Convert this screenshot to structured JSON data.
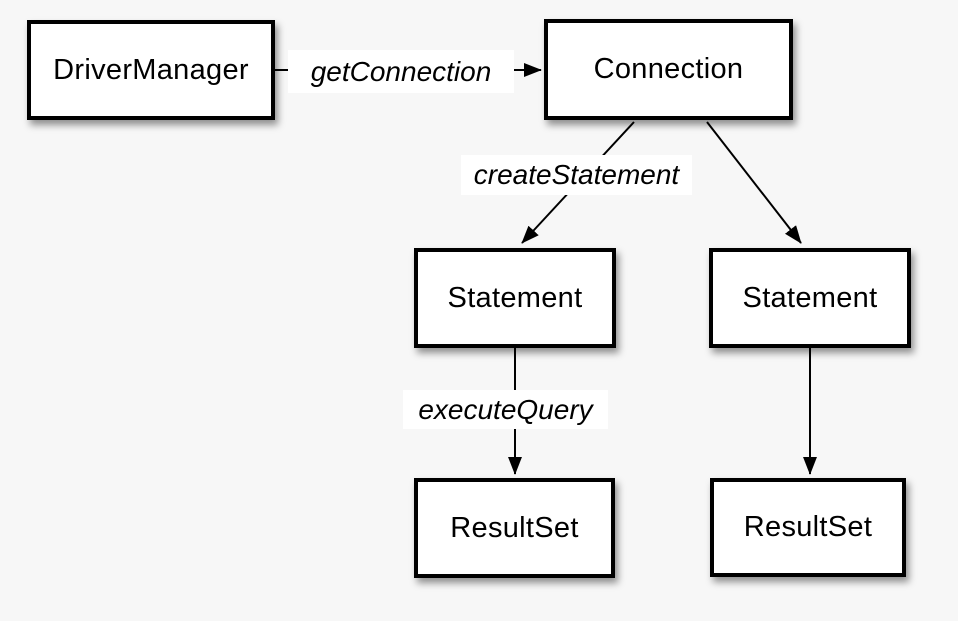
{
  "diagram": {
    "colors": {
      "background": "#f7f7f7",
      "node_fill": "#ffffff",
      "node_border": "#000000",
      "label_background": "#ffffff",
      "text": "#000000"
    },
    "nodes": [
      {
        "id": "driver-manager",
        "label": "DriverManager"
      },
      {
        "id": "connection",
        "label": "Connection"
      },
      {
        "id": "statement-left",
        "label": "Statement"
      },
      {
        "id": "statement-right",
        "label": "Statement"
      },
      {
        "id": "resultset-left",
        "label": "ResultSet"
      },
      {
        "id": "resultset-right",
        "label": "ResultSet"
      }
    ],
    "edges": [
      {
        "from": "DriverManager",
        "to": "Connection",
        "label": "getConnection"
      },
      {
        "from": "Connection",
        "to": "Statement (left)",
        "label": "createStatement"
      },
      {
        "from": "Connection",
        "to": "Statement (right)",
        "label": ""
      },
      {
        "from": "Statement (left)",
        "to": "ResultSet (left)",
        "label": "executeQuery"
      },
      {
        "from": "Statement (right)",
        "to": "ResultSet (right)",
        "label": ""
      }
    ]
  }
}
